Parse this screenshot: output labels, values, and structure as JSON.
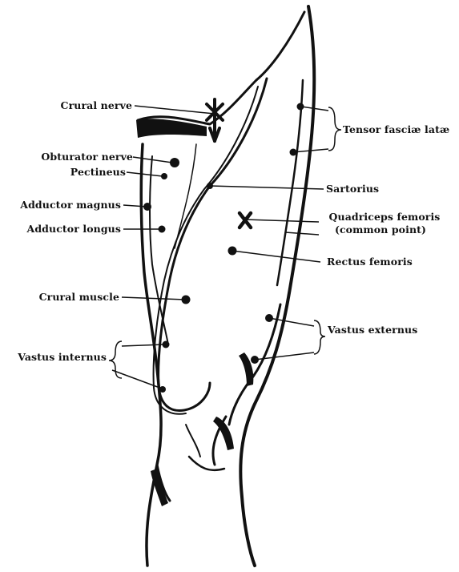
{
  "diagram": {
    "labels": {
      "crural_nerve": "Crural nerve",
      "obturator_nerve": "Obturator nerve",
      "pectineus": "Pectineus",
      "adductor_magnus": "Adductor magnus",
      "adductor_longus": "Adductor longus",
      "crural_muscle": "Crural muscle",
      "vastus_internus": "Vastus internus",
      "tensor_fasciae_latae": "Tensor fasciæ latæ",
      "sartorius": "Sartorius",
      "quadriceps_femoris": "Quadriceps femoris",
      "quadriceps_note": "(common point)",
      "rectus_femoris": "Rectus femoris",
      "vastus_externus": "Vastus externus"
    },
    "colors": {
      "ink": "#111111",
      "paper": "#ffffff"
    },
    "markers": {
      "motor_point": "filled-dot",
      "common_point": "cross-mark"
    }
  }
}
